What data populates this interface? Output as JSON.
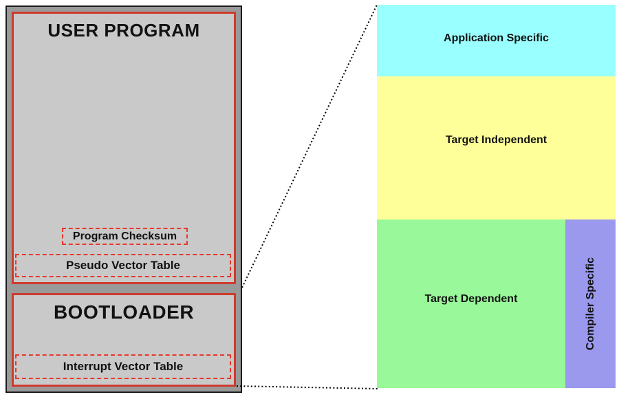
{
  "figure": {
    "left": {
      "user_program": {
        "title": "USER PROGRAM",
        "checksum_label": "Program Checksum",
        "pseudo_vector_label": "Pseudo Vector Table"
      },
      "bootloader": {
        "title": "BOOTLOADER",
        "interrupt_vector_label": "Interrupt Vector Table"
      }
    },
    "right": {
      "application_specific": {
        "label": "Application Specific",
        "color": "#99ffff"
      },
      "target_independent": {
        "label": "Target Independent",
        "color": "#ffff99"
      },
      "target_dependent": {
        "label": "Target Dependent",
        "color": "#99f899"
      },
      "compiler_specific": {
        "label": "Compiler Specific",
        "color": "#9a99ee"
      }
    },
    "colors": {
      "solid_red_border": "#cf3a2c",
      "dashed_red_border": "#e6392b",
      "box_fill_gray": "#c9c9c9",
      "frame_fill_gray": "#9a9a9a",
      "frame_border": "#1a1a1a",
      "connector": "#000000"
    }
  }
}
